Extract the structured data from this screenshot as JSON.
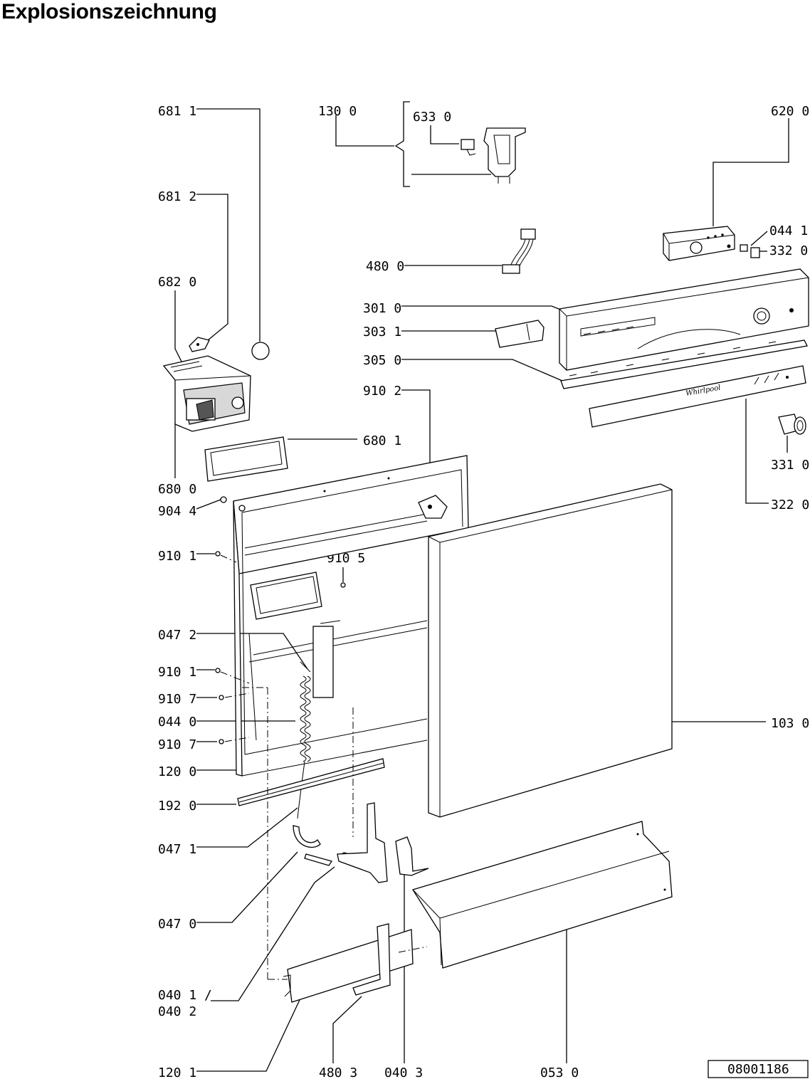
{
  "title": "Explosionszeichnung",
  "drawing_number": "08001186",
  "parts": {
    "p681_1": "681 1",
    "p681_2": "681 2",
    "p682_0": "682 0",
    "p680_0": "680 0",
    "p680_1": "680 1",
    "p904_4": "904 4",
    "p910_1a": "910 1",
    "p910_5": "910 5",
    "p047_2": "047 2",
    "p910_1b": "910 1",
    "p910_7a": "910 7",
    "p044_0": "044 0",
    "p910_7b": "910 7",
    "p120_0": "120 0",
    "p192_0": "192 0",
    "p047_1": "047 1",
    "p047_0": "047 0",
    "p040_1": "040 1 /",
    "p040_2": "040 2",
    "p120_1": "120 1",
    "p480_3": "480 3",
    "p040_3": "040 3",
    "p053_0": "053 0",
    "p130_0": "130 0",
    "p633_0": "633 0",
    "p620_0": "620 0",
    "p044_1": "044 1",
    "p332_0": "332 0",
    "p480_0": "480 0",
    "p301_0": "301 0",
    "p303_1": "303 1",
    "p305_0": "305 0",
    "p910_2": "910 2",
    "p331_0": "331 0",
    "p322_0": "322 0",
    "p103_0": "103 0"
  },
  "brand_logo": "Whirlpool"
}
